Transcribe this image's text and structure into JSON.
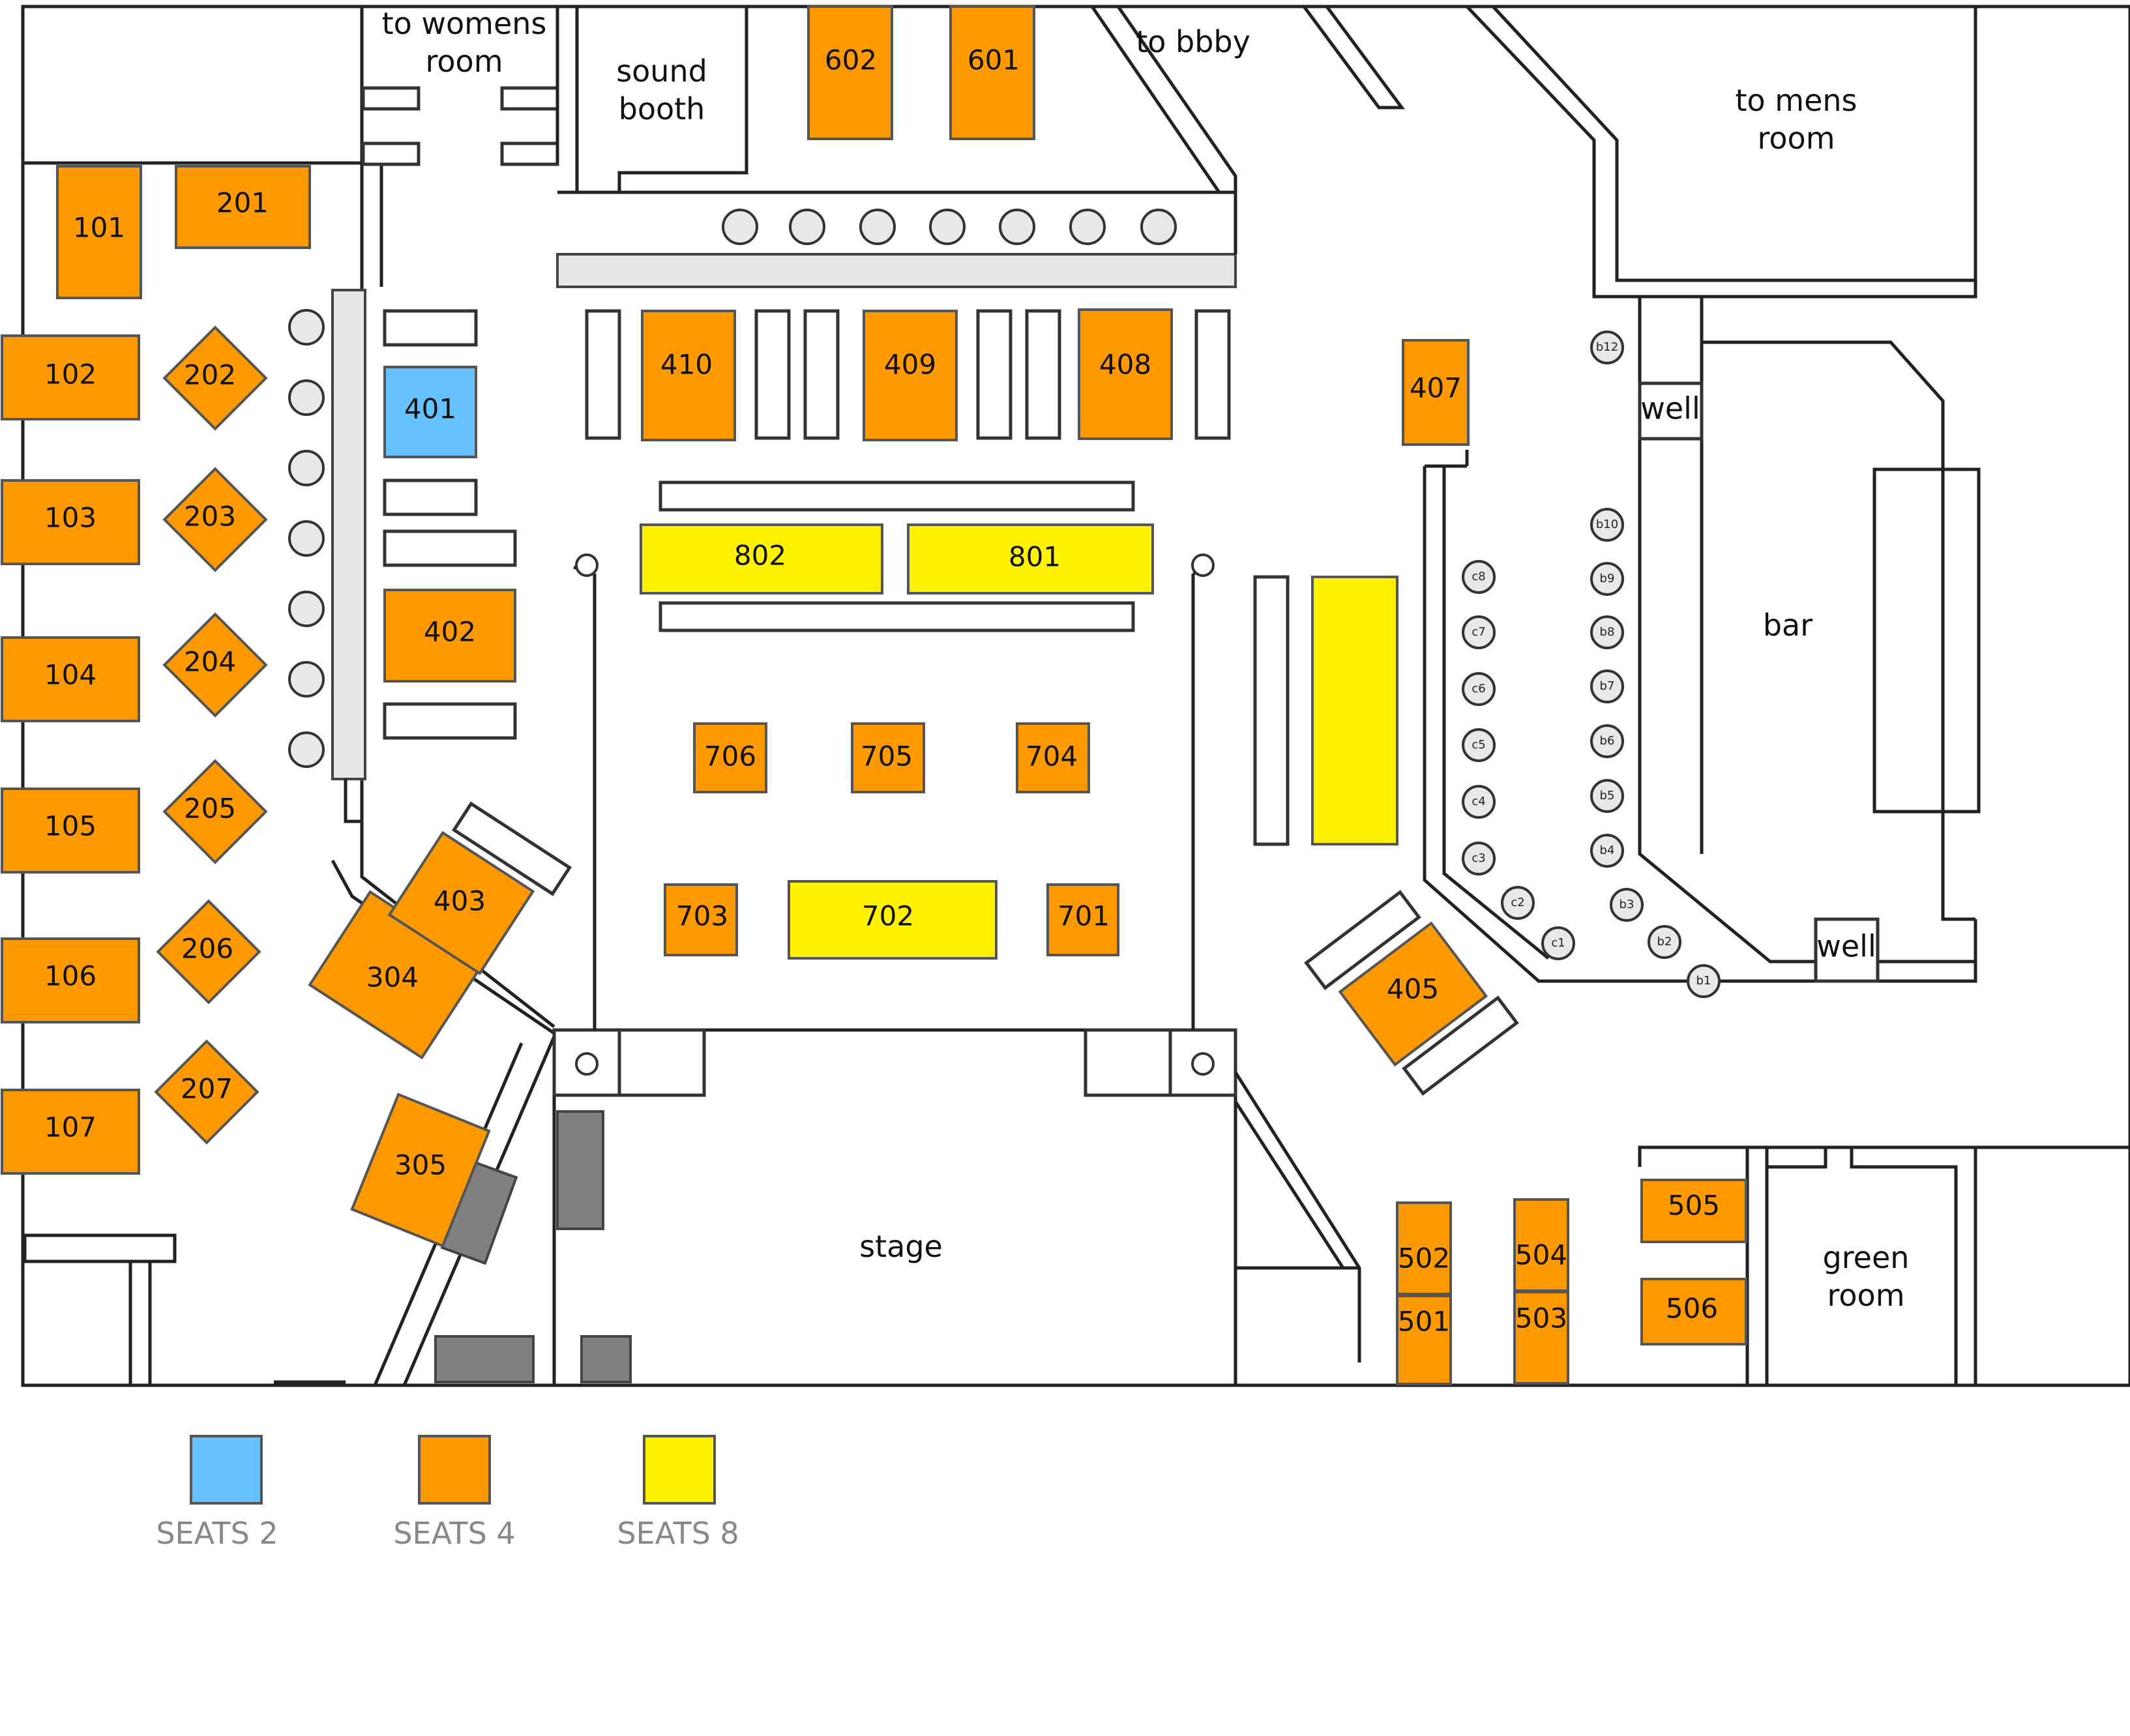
{
  "rooms": {
    "to_womens_room": [
      "to womens",
      "room"
    ],
    "sound_booth": [
      "sound",
      "booth"
    ],
    "to_lobby": "to bbby",
    "to_mens_room": [
      "to mens",
      "room"
    ],
    "bar": "bar",
    "stage": "stage",
    "green_room": [
      "green",
      "room"
    ],
    "well_top": "well",
    "well_bottom": "well"
  },
  "tables": {
    "t101": "101",
    "t102": "102",
    "t103": "103",
    "t104": "104",
    "t105": "105",
    "t106": "106",
    "t107": "107",
    "t201": "201",
    "t202": "202",
    "t203": "203",
    "t204": "204",
    "t205": "205",
    "t206": "206",
    "t207": "207",
    "t304": "304",
    "t305": "305",
    "t401": "401",
    "t402": "402",
    "t403": "403",
    "t405": "405",
    "t407": "407",
    "t408": "408",
    "t409": "409",
    "t410": "410",
    "t501": "501",
    "t502": "502",
    "t503": "503",
    "t504": "504",
    "t505": "505",
    "t506": "506",
    "t601": "601",
    "t602": "602",
    "t701": "701",
    "t702": "702",
    "t703": "703",
    "t704": "704",
    "t705": "705",
    "t706": "706",
    "t801": "801",
    "t802": "802"
  },
  "bar_stools": {
    "b1": "b1",
    "b2": "b2",
    "b3": "b3",
    "b4": "b4",
    "b5": "b5",
    "b6": "b6",
    "b7": "b7",
    "b8": "b8",
    "b9": "b9",
    "b10": "b10",
    "b12": "b12",
    "c1": "c1",
    "c2": "c2",
    "c3": "c3",
    "c4": "c4",
    "c5": "c5",
    "c6": "c6",
    "c7": "c7",
    "c8": "c8"
  },
  "legend": {
    "seats2": "SEATS 2",
    "seats4": "SEATS 4",
    "seats8": "SEATS 8"
  },
  "colors": {
    "seats2": "#66C2FF",
    "seats4": "#FF9900",
    "seats8": "#FFF200"
  }
}
